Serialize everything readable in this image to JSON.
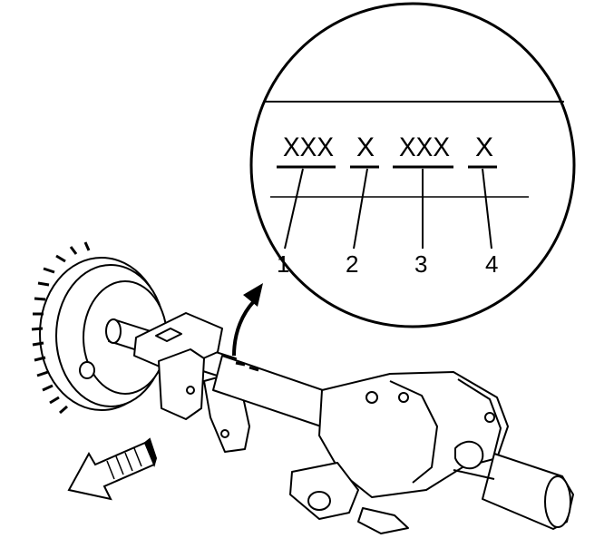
{
  "callout": {
    "codes": [
      {
        "text": "XXX",
        "number": "1"
      },
      {
        "text": "X",
        "number": "2"
      },
      {
        "text": "XXX",
        "number": "3"
      },
      {
        "text": "X",
        "number": "4"
      }
    ]
  }
}
